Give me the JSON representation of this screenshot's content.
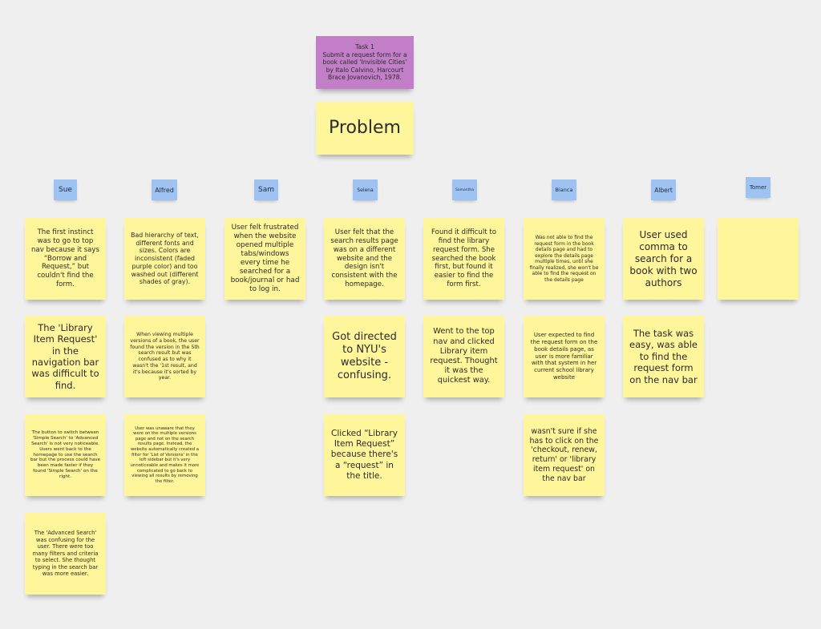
{
  "task": "Task 1\nSubmit a request form for a book called 'Invisible Cities' by Italo Calvino, Harcourt Brace Jovanovich, 1978.",
  "problem": "Problem",
  "personas": [
    "Sue",
    "Alfred",
    "Sam",
    "Selena",
    "Samantha",
    "Bianca",
    "Albert",
    "Tomer"
  ],
  "notes": {
    "sue": [
      "The first instinct was to go to top nav because it says “Borrow and Request,” but couldn't find the form.",
      "The 'Library Item Request' in the navigation bar was difficult to find.",
      "The button to switch between 'Simple Search' to 'Advanced Search' is not very noticeable. Users went back to the homepage to use the search bar but the process could have been made faster if they found 'Simple Search' on the right.",
      "The 'Advanced Search' was confusing for the user. There were too many filters and criteria to select. She thought typing in the search bar was more easier."
    ],
    "alfred": [
      "Bad hierarchy of text, different fonts and sizes. Colors are inconsistent (faded purple color) and too washed out (different shades of gray).",
      "When viewing multiple versions of a book, the user found the version in the 5th search result but was confused as to why it wasn't the '1st result, and it's because it's sorted by year.",
      "User was unaware that they were on the multiple versions page and not on the search results page. Instead, the website automatically created a filter for 'List of Versions' in the left sidebar but it's very unnoticeable and makes it more complicated to go back to viewing all results by removing the filter."
    ],
    "sam": [
      "User felt frustrated when the website opened multiple tabs/windows every time he searched for a book/journal or had to log in."
    ],
    "selena": [
      "User felt that the search results page was on a different website and the design isn't consistent with the homepage.",
      "Got directed to NYU's website - confusing.",
      "Clicked “Library Item Request” because there's a “request” in the title."
    ],
    "samantha": [
      "Found it difficult to find the library request form. She searched the book first, but found it easier to find the form first.",
      "Went to the top nav and clicked Library item request. Thought it was the quickest way."
    ],
    "bianca": [
      "Was not able to find the request form in the book details page and had to explore the details page multiple times, until she finally realized, she won't be able to find the request on the details page",
      "User expected to find the request form on the book details page, as user is more familiar with that system in her current school library website",
      "wasn't sure if she has to click on the 'checkout, renew, return' or 'library item request' on the nav bar"
    ],
    "albert": [
      "User used comma to search for a book with two authors",
      "The task was easy, was able to find the request form on the nav bar"
    ],
    "tomer": [
      ""
    ]
  }
}
